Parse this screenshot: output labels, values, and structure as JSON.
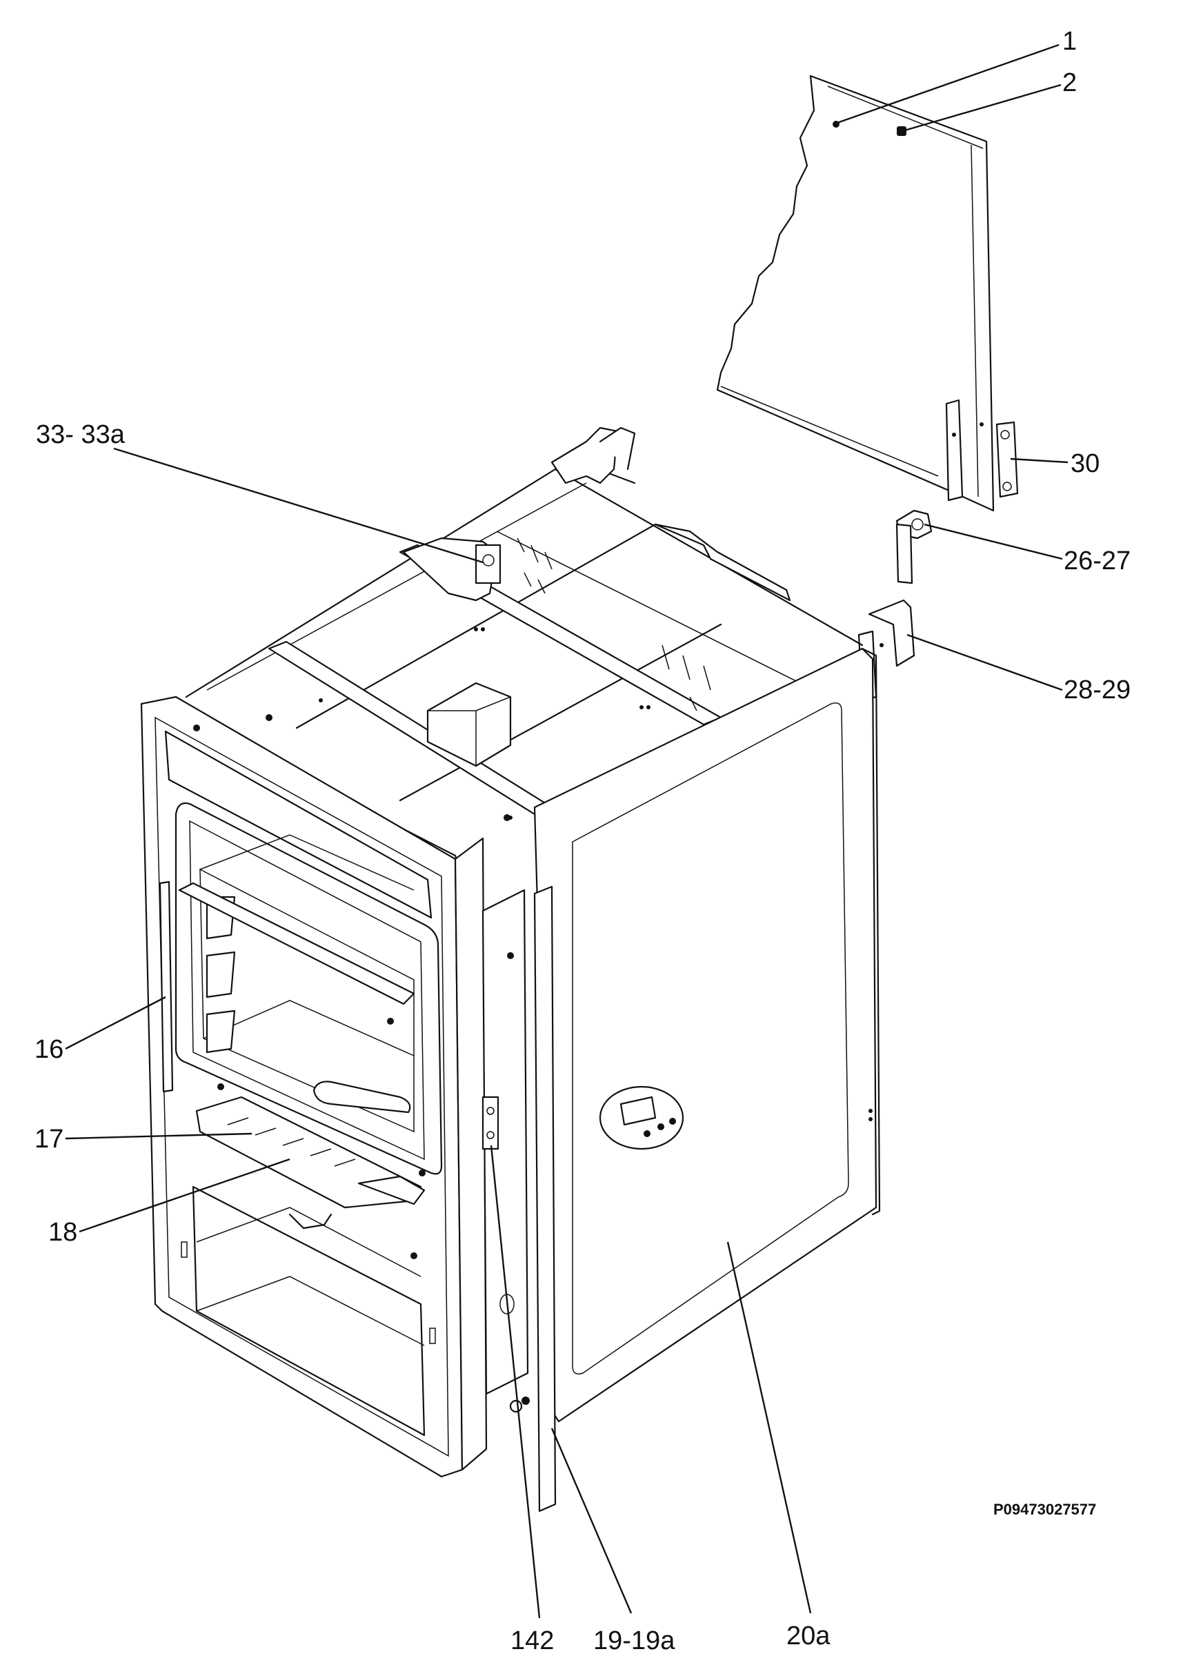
{
  "callouts": [
    {
      "label": "1"
    },
    {
      "label": "2"
    },
    {
      "label": "30"
    },
    {
      "label": "26-27"
    },
    {
      "label": "28-29"
    },
    {
      "label": "33- 33a"
    },
    {
      "label": "16"
    },
    {
      "label": "17"
    },
    {
      "label": "18"
    },
    {
      "label": "142"
    },
    {
      "label": "19-19a"
    },
    {
      "label": "20a"
    }
  ],
  "reference_code": "P09473027577"
}
